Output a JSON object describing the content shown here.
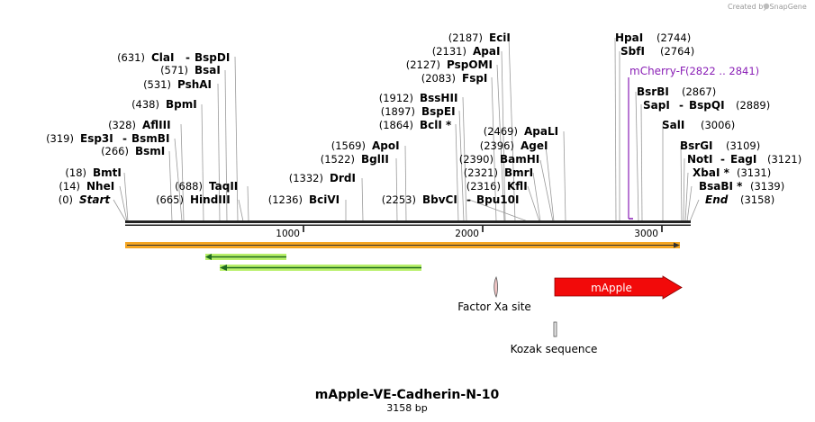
{
  "credit": "Created by SnapGene",
  "title": "mApple-VE-Cadherin-N-10",
  "subtitle": "3158 bp",
  "ticks": [
    "1000",
    "2000",
    "3000"
  ],
  "features": {
    "factor_xa": "Factor Xa site",
    "kozak": "Kozak sequence",
    "mapple": "mApple",
    "primer": "mCherry-F",
    "primer_pos": "(2822 .. 2841)"
  },
  "sites": [
    {
      "pos": "(0)",
      "name": "Start"
    },
    {
      "pos": "(14)",
      "name": "NheI"
    },
    {
      "pos": "(18)",
      "name": "BmtI"
    },
    {
      "pos": "(266)",
      "name": "BsmI"
    },
    {
      "pos": "(319)",
      "name": "Esp3I",
      "name2": "BsmBI"
    },
    {
      "pos": "(328)",
      "name": "AflIII"
    },
    {
      "pos": "(438)",
      "name": "BpmI"
    },
    {
      "pos": "(531)",
      "name": "PshAI"
    },
    {
      "pos": "(571)",
      "name": "BsaI"
    },
    {
      "pos": "(631)",
      "name": "ClaI",
      "name2": "BspDI"
    },
    {
      "pos": "(665)",
      "name": "HindIII"
    },
    {
      "pos": "(688)",
      "name": "TaqII"
    },
    {
      "pos": "(1236)",
      "name": "BciVI"
    },
    {
      "pos": "(1332)",
      "name": "DrdI"
    },
    {
      "pos": "(1522)",
      "name": "BglII"
    },
    {
      "pos": "(1569)",
      "name": "ApoI"
    },
    {
      "pos": "(1864)",
      "name": "BclI *"
    },
    {
      "pos": "(1897)",
      "name": "BspEI"
    },
    {
      "pos": "(1912)",
      "name": "BssHII"
    },
    {
      "pos": "(2083)",
      "name": "FspI"
    },
    {
      "pos": "(2127)",
      "name": "PspOMI"
    },
    {
      "pos": "(2131)",
      "name": "ApaI"
    },
    {
      "pos": "(2187)",
      "name": "EciI"
    },
    {
      "pos": "(2253)",
      "name": "BbvCI",
      "name2": "Bpu10I"
    },
    {
      "pos": "(2316)",
      "name": "KflI"
    },
    {
      "pos": "(2321)",
      "name": "BmrI"
    },
    {
      "pos": "(2390)",
      "name": "BamHI"
    },
    {
      "pos": "(2396)",
      "name": "AgeI"
    },
    {
      "pos": "(2469)",
      "name": "ApaLI"
    },
    {
      "pos": "(2744)",
      "name": "HpaI"
    },
    {
      "pos": "(2764)",
      "name": "SbfI"
    },
    {
      "pos": "(2867)",
      "name": "BsrBI"
    },
    {
      "pos": "(2889)",
      "name": "SapI",
      "name2": "BspQI"
    },
    {
      "pos": "(3006)",
      "name": "SalI"
    },
    {
      "pos": "(3109)",
      "name": "BsrGI"
    },
    {
      "pos": "(3121)",
      "name": "NotI",
      "name2": "EagI"
    },
    {
      "pos": "(3131)",
      "name": "XbaI *"
    },
    {
      "pos": "(3139)",
      "name": "BsaBI *"
    },
    {
      "pos": "(3158)",
      "name": "End"
    }
  ]
}
